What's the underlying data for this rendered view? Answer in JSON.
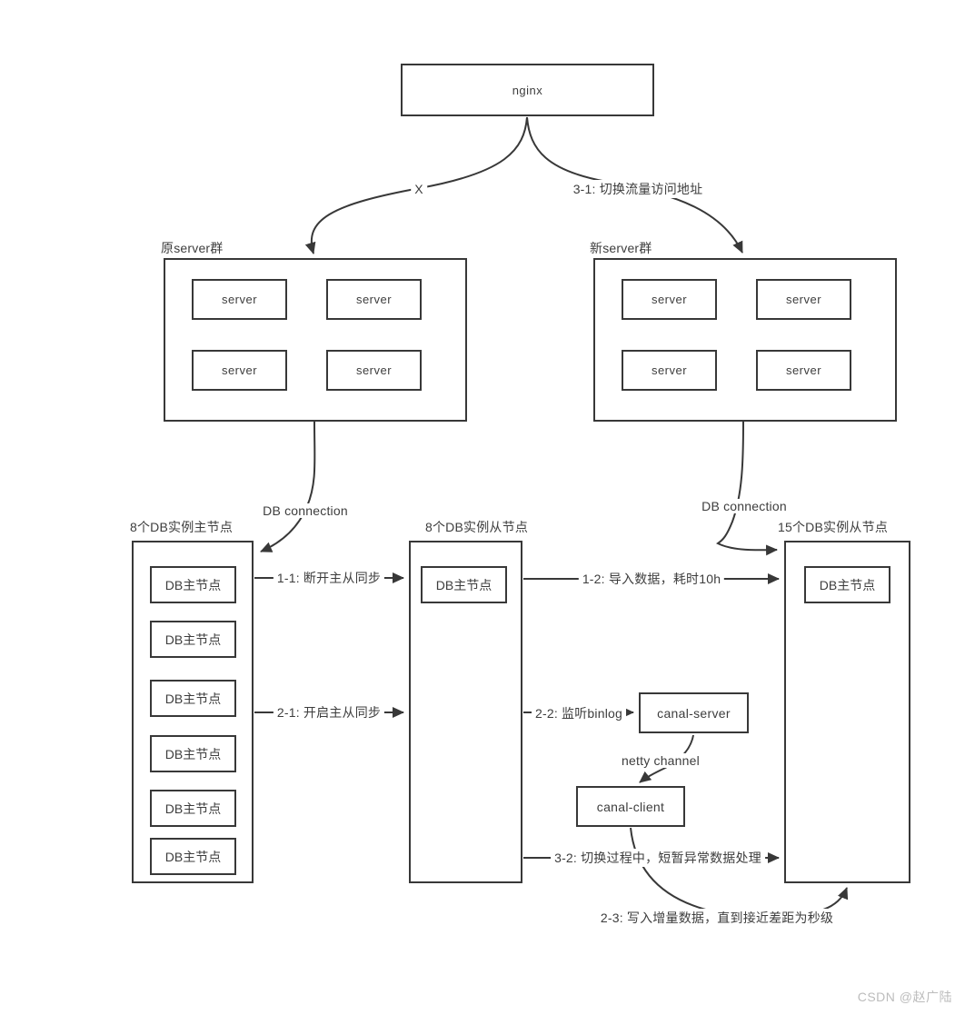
{
  "nginx": {
    "label": "nginx"
  },
  "clusters": {
    "old": {
      "title": "原server群",
      "servers": [
        "server",
        "server",
        "server",
        "server"
      ]
    },
    "new": {
      "title": "新server群",
      "servers": [
        "server",
        "server",
        "server",
        "server"
      ]
    }
  },
  "db_columns": {
    "left": {
      "title": "8个DB实例主节点",
      "nodes": [
        "DB主节点",
        "DB主节点",
        "DB主节点",
        "DB主节点",
        "DB主节点",
        "DB主节点"
      ]
    },
    "middle": {
      "title": "8个DB实例从节点",
      "nodes": [
        "DB主节点"
      ]
    },
    "right": {
      "title": "15个DB实例从节点",
      "nodes": [
        "DB主节点"
      ]
    }
  },
  "canal": {
    "server": "canal-server",
    "client": "canal-client"
  },
  "edges": {
    "x_mark": "X",
    "switch_traffic": "3-1: 切换流量访问地址",
    "db_connection_left": "DB connection",
    "db_connection_right": "DB connection",
    "e_1_1": "1-1: 断开主从同步",
    "e_1_2": "1-2: 导入数据，耗时10h",
    "e_2_1": "2-1: 开启主从同步",
    "e_2_2": "2-2: 监听binlog",
    "netty_channel": "netty channel",
    "e_3_2": "3-2: 切换过程中，短暂异常数据处理",
    "e_2_3": "2-3: 写入增量数据，直到接近差距为秒级"
  },
  "watermark": "CSDN @赵广陆",
  "colors": {
    "stroke": "#3a3a3a",
    "text": "#3d3d3d",
    "watermark": "#bcbcbc"
  }
}
